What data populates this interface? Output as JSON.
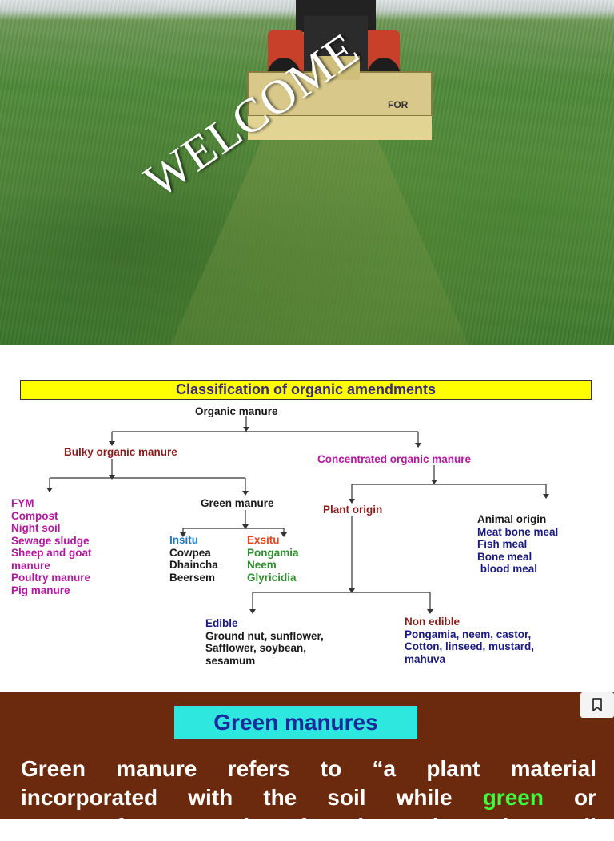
{
  "slide1": {
    "welcome_text": "WELCOME",
    "tractor_brand": "FOR"
  },
  "slide2": {
    "title": "Classification of organic amendments",
    "root": "Organic manure",
    "bulky": {
      "label": "Bulky organic manure",
      "items": [
        "FYM",
        "Compost",
        "Night soil",
        "Sewage sludge",
        "Sheep and goat",
        "manure",
        "Poultry manure",
        "Pig manure"
      ]
    },
    "green_manure": {
      "label": "Green manure",
      "insitu": {
        "label": "Insitu",
        "items": [
          "Cowpea",
          "Dhaincha",
          "Beersem"
        ]
      },
      "exsitu": {
        "label": "Exsitu",
        "items": [
          "Pongamia",
          "Neem",
          "Glyricidia"
        ]
      }
    },
    "concentrated": {
      "label": "Concentrated organic manure"
    },
    "plant_origin": {
      "label": "Plant origin",
      "edible": {
        "label": "Edible",
        "items": [
          "Ground nut, sunflower,",
          "Safflower, soybean,",
          "sesamum"
        ]
      },
      "non_edible": {
        "label": "Non edible",
        "items": [
          "Pongamia, neem, castor,",
          "Cotton, linseed, mustard,",
          "mahuva"
        ]
      }
    },
    "animal_origin": {
      "label": "Animal origin",
      "items": [
        "Meat bone meal",
        "Fish meal",
        "Bone meal",
        " blood meal"
      ]
    }
  },
  "slide3": {
    "title": "Green manures",
    "line1": "Green manure refers to “a plant material",
    "line2_before": "incorporated with the soil while ",
    "line2_green": "green",
    "line2_after": " or",
    "line3": "soon after maturity for improving the soil"
  },
  "toolbar": {
    "bookmark_icon": "bookmark-icon"
  }
}
